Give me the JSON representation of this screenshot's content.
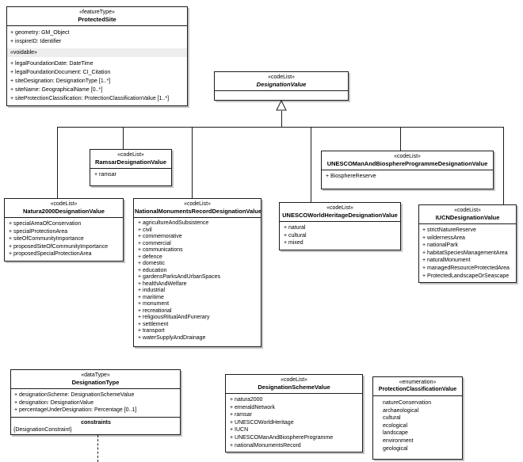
{
  "colors": {
    "background": "#ffffff",
    "line": "#1c1c1c",
    "box_shadow": "#c3c3c3",
    "voidable_band": "#ededed"
  },
  "boxes": {
    "protected_site": {
      "stereotype": "«featureType»",
      "name": "ProtectedSite",
      "attributes": [
        "+  geometry:  GM_Object",
        "+  inspireID:  Identifier"
      ],
      "voidable_label": "«voidable»",
      "voidable_attributes": [
        "+  legalFoundationDate:  DateTime",
        "+  legalFoundationDocument:  CI_Citation",
        "+  siteDesignation:  DesignationType [1..*]",
        "+  siteName:  GeographicalName [0..*]",
        "+  siteProtectionClassification:  ProtectionClassificationValue [1..*]"
      ]
    },
    "designation_value": {
      "stereotype": "«codeList»",
      "name": "DesignationValue"
    },
    "ramsar": {
      "stereotype": "«codeList»",
      "name": "RamsarDesignationValue",
      "attributes": [
        "+  ramsar"
      ]
    },
    "unesco_mab": {
      "stereotype": "«codeList»",
      "name": "UNESCOManAndBiosphereProgrammeDesignationValue",
      "attributes": [
        "+  BiosphereReserve"
      ]
    },
    "natura2000": {
      "stereotype": "«codeList»",
      "name": "Natura2000DesignationValue",
      "attributes": [
        "+  specialAreaOfConservation",
        "+  specialProtectionArea",
        "+  siteOfCommunityImportance",
        "+  proposedSiteOfCommunityImportance",
        "+  proposedSpecialProtectionArea"
      ]
    },
    "nmr": {
      "stereotype": "«codeList»",
      "name": "NationalMonumentsRecordDesignationValue",
      "attributes": [
        "+  agricultureAndSubsistence",
        "+  civil",
        "+  commemorative",
        "+  commercial",
        "+  communications",
        "+  defence",
        "+  domestic",
        "+  education",
        "+  gardensParksAndUrbanSpaces",
        "+  healthAndWelfare",
        "+  industrial",
        "+  maritime",
        "+  monument",
        "+  recreational",
        "+  religiousRitualAndFunerary",
        "+  settlement",
        "+  transport",
        "+  waterSupplyAndDrainage"
      ]
    },
    "unesco_wh": {
      "stereotype": "«codeList»",
      "name": "UNESCOWorldHeritageDesignationValue",
      "attributes": [
        "+  natural",
        "+  cultural",
        "+  mixed"
      ]
    },
    "iucn": {
      "stereotype": "«codeList»",
      "name": "IUCNDesignationValue",
      "attributes": [
        "+  strictNatureReserve",
        "+  wildernessArea",
        "+  nationalPark",
        "+  habitatSpeciesManagementArea",
        "+  naturalMonument",
        "+  managedResourceProtectedArea",
        "+  ProtectedLandscapeOrSeascape"
      ]
    },
    "designation_type": {
      "stereotype": "«dataType»",
      "name": "DesignationType",
      "attributes": [
        "+  designationScheme:  DesignationSchemeValue",
        "+  designation:  DesignationValue",
        "+  percentageUnderDesignation:  Percentage [0..1]"
      ],
      "constraints_label": "constraints",
      "constraint": "{DesignationConstraint}"
    },
    "designation_scheme": {
      "stereotype": "«codeList»",
      "name": "DesignationSchemeValue",
      "attributes": [
        "+  natura2000",
        "+  emeraldNetwork",
        "+  ramsar",
        "+  UNESCOWorldHeritage",
        "+  IUCN",
        "+  UNESCOManAndBiosphereProgramme",
        "+  nationalMonumentsRecord"
      ]
    },
    "protection_classification": {
      "stereotype": "«enumeration»",
      "name": "ProtectionClassificationValue",
      "literals": [
        "natureConservation",
        "archaeological",
        "cultural",
        "ecological",
        "landscape",
        "environment",
        "geological"
      ]
    }
  }
}
